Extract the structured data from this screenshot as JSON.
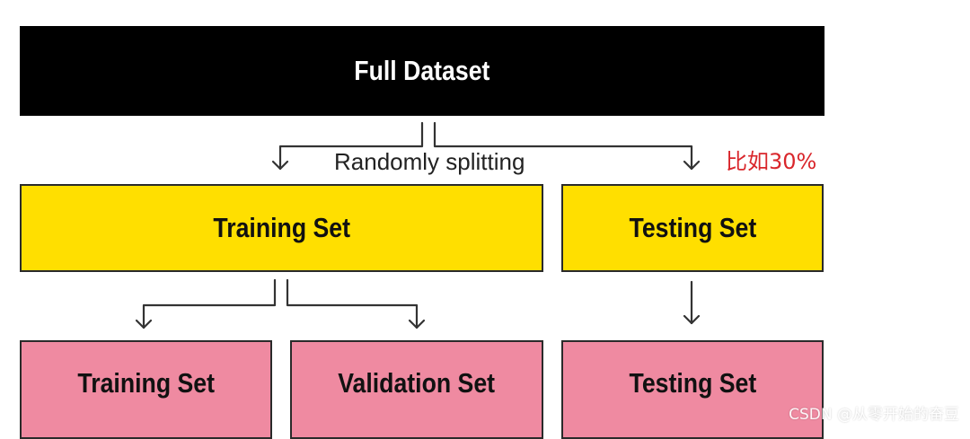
{
  "nodes": {
    "full_dataset": "Full Dataset",
    "training_set": "Training Set",
    "testing_set": "Testing Set",
    "training_set_2": "Training Set",
    "validation_set": "Validation Set",
    "testing_set_2": "Testing Set"
  },
  "labels": {
    "split": "Randomly splitting",
    "note": "比如30%"
  },
  "watermark": "CSDN @从零开始的奋豆",
  "colors": {
    "full_box": "#000000",
    "level2_box": "#ffdf00",
    "level3_box": "#ef8aa1",
    "note_text": "#d9262b"
  }
}
